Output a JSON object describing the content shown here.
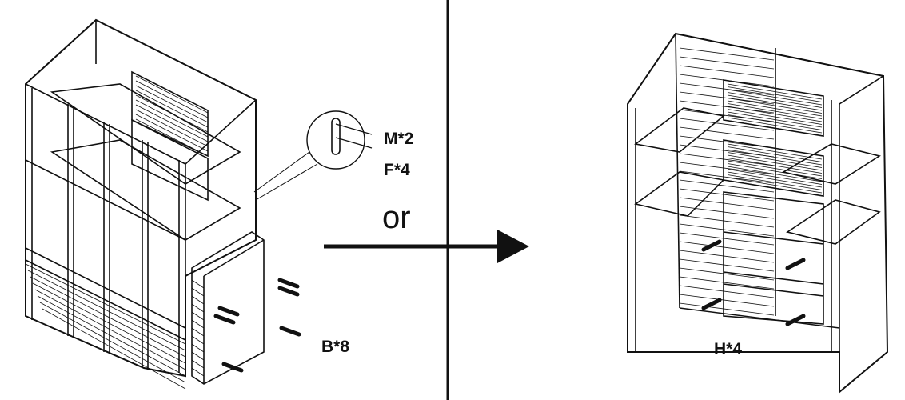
{
  "diagram": {
    "left_panel": {
      "hardware_labels": [
        "M*2",
        "F*4",
        "B*8"
      ]
    },
    "separator_text": "or",
    "right_panel": {
      "hardware_labels": [
        "H*4"
      ]
    },
    "colors": {
      "line": "#111111",
      "background": "#ffffff"
    }
  }
}
